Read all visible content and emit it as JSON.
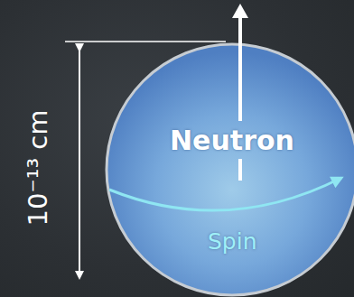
{
  "diagram": {
    "nodes": [
      {
        "text": [
          "Neutron",
          "Spin"
        ]
      }
    ],
    "labels": [
      "10⁻¹³ cm"
    ]
  }
}
